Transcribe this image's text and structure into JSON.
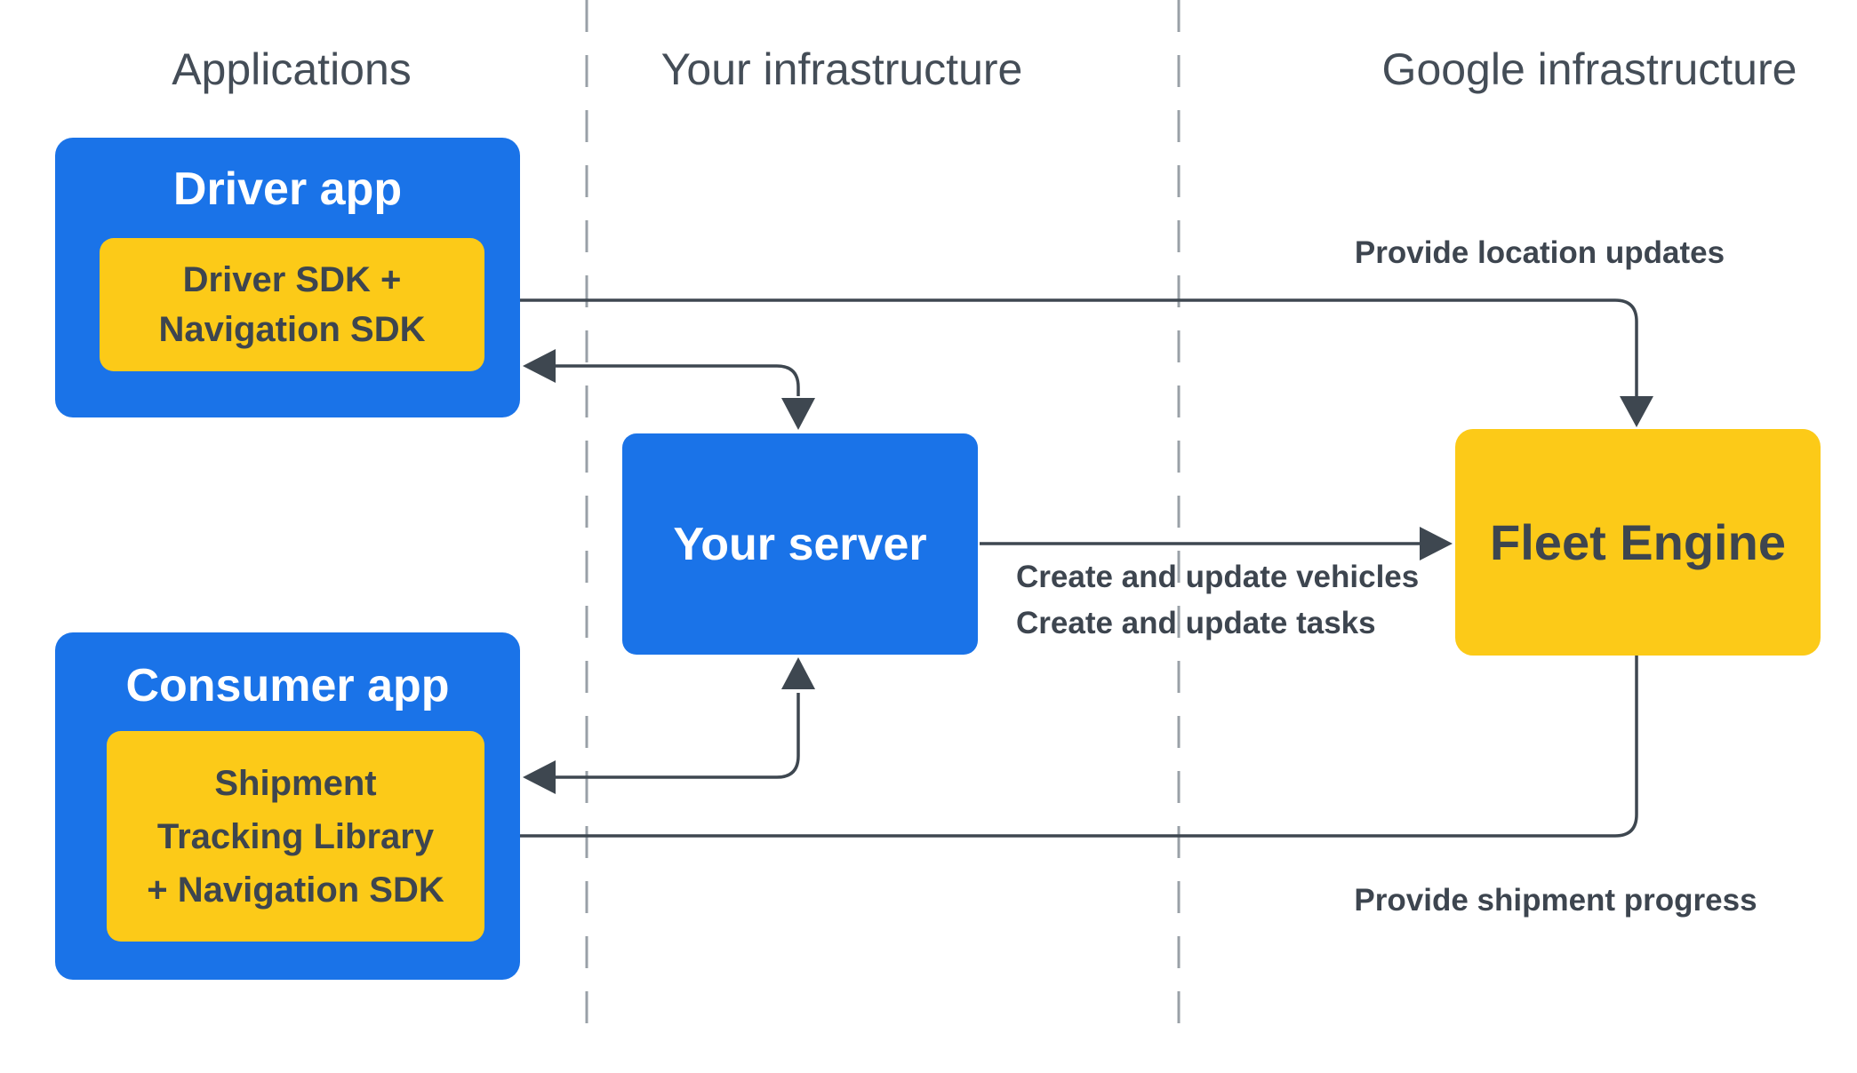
{
  "headers": {
    "applications": "Applications",
    "your_infrastructure": "Your infrastructure",
    "google_infrastructure": "Google infrastructure"
  },
  "boxes": {
    "driver_app": {
      "title": "Driver app",
      "sdk_lines": [
        "Driver SDK +",
        "Navigation SDK"
      ]
    },
    "consumer_app": {
      "title": "Consumer app",
      "library_lines": [
        "Shipment",
        "Tracking Library",
        "+ Navigation SDK"
      ]
    },
    "your_server": {
      "title": "Your server"
    },
    "fleet_engine": {
      "title": "Fleet Engine"
    }
  },
  "labels": {
    "provide_location_updates": "Provide location updates",
    "create_and_update_lines": [
      "Create and update vehicles",
      "Create and update tasks"
    ],
    "provide_shipment_progress": "Provide shipment progress"
  },
  "colors": {
    "app_box_blue": "#1a73e8",
    "sdk_box_yellow": "#fcca18",
    "connector_dark": "#3e4750",
    "divider_gray": "#99a0a7",
    "heading_text": "#444d57",
    "dark_text": "#3d454f",
    "title_text_on_blue": "#ffffff"
  }
}
